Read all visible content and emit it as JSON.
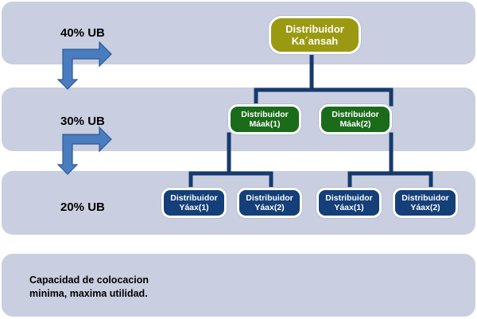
{
  "levels": [
    {
      "label": "40% UB"
    },
    {
      "label": "30% UB"
    },
    {
      "label": "20% UB"
    }
  ],
  "note": {
    "line1": "Capacidad de colocacion",
    "line2": "minima, maxima utilidad."
  },
  "nodes": {
    "top": {
      "line1": "Distribuidor",
      "line2": "Ka´ansah"
    },
    "mid": [
      {
        "line1": "Distribuidor",
        "line2": "Máak(1)"
      },
      {
        "line1": "Distribuidor",
        "line2": "Máak(2)"
      }
    ],
    "leaf": [
      {
        "line1": "Distribuidor",
        "line2": "Yáax(1)"
      },
      {
        "line1": "Distribuidor",
        "line2": "Yáax(2)"
      },
      {
        "line1": "Distribuidor",
        "line2": "Yáax(1)"
      },
      {
        "line1": "Distribuidor",
        "line2": "Yáax(2)"
      }
    ]
  },
  "colors": {
    "band": "#c9cfe0",
    "top_node": "#9a9a12",
    "mid_node": "#1a6b1a",
    "leaf_node": "#143f78",
    "connector": "#163a6e",
    "arrow": "#4a7cc0"
  }
}
